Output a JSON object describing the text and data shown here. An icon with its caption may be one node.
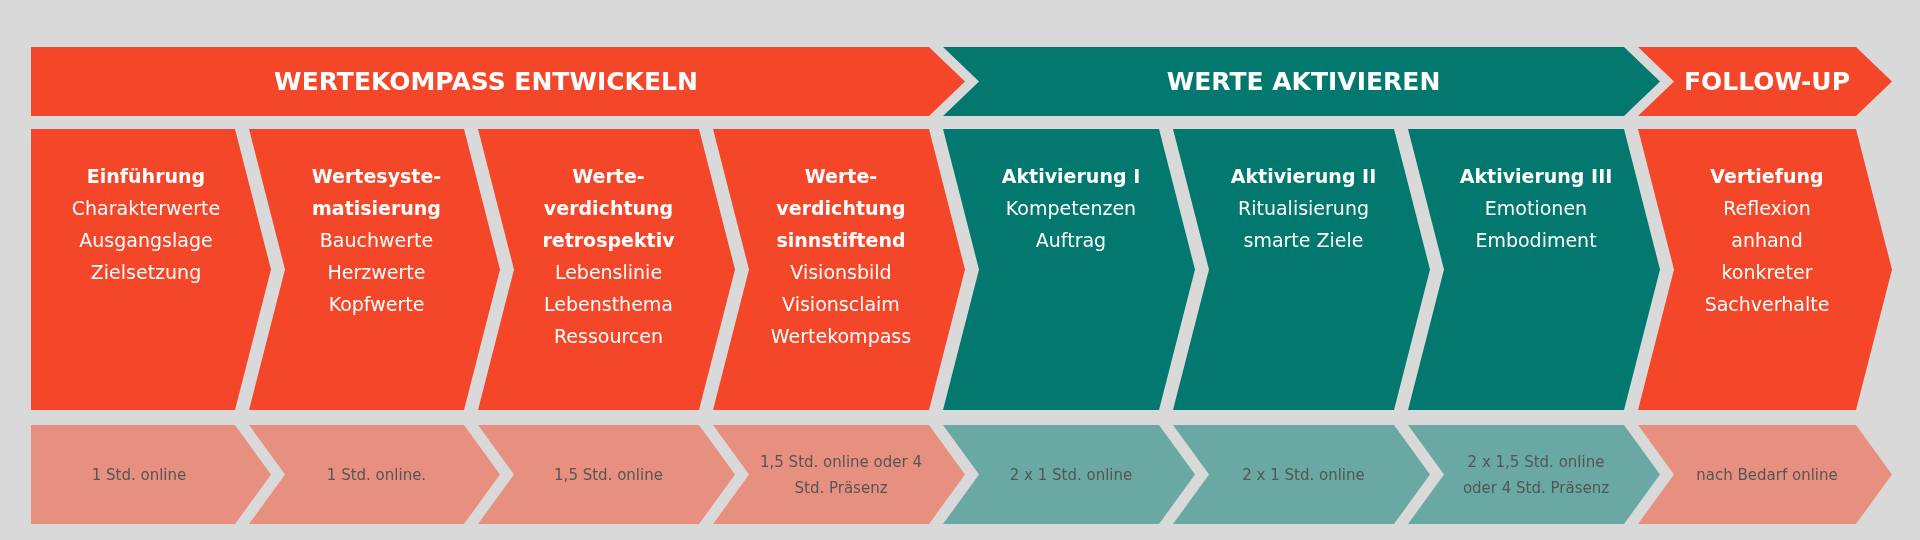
{
  "diagram": {
    "nodes": [
      {
        "text": [
          "WERTEKOMPASS ENTWICKELN"
        ]
      },
      {
        "text": [
          "WERTE AKTIVIEREN"
        ]
      },
      {
        "text": [
          "FOLLOW-UP"
        ]
      },
      {
        "text": [
          "Einführung",
          "Charakterwerte",
          "Ausgangslage",
          "Zielsetzung"
        ]
      },
      {
        "text": [
          "Wertesyste-matisierung",
          "Bauchwerte",
          "Herzwerte",
          "Kopfwerte"
        ]
      },
      {
        "text": [
          "Werte-verdichtung retrospektiv",
          "Lebenslinie",
          "Lebensthema",
          "Ressourcen"
        ]
      },
      {
        "text": [
          "Werte-verdichtung sinnstiftend",
          "Visionsbild",
          "Visionsclaim",
          "Wertekompass"
        ]
      },
      {
        "text": [
          "Aktivierung I",
          "Kompetenzen",
          "Auftrag"
        ]
      },
      {
        "text": [
          "Aktivierung II",
          "Ritualisierung",
          "smarte Ziele"
        ]
      },
      {
        "text": [
          "Aktivierung III",
          "Emotionen",
          "Embodiment"
        ]
      },
      {
        "text": [
          "Vertiefung",
          "Reflexion anhand konkreter Sachverhalte"
        ]
      },
      {
        "text": [
          "1 Std. online"
        ]
      },
      {
        "text": [
          "1 Std. online."
        ]
      },
      {
        "text": [
          "1,5 Std. online"
        ]
      },
      {
        "text": [
          "1,5 Std. online oder 4 Std. Präsenz"
        ]
      },
      {
        "text": [
          "2 x 1 Std. online"
        ]
      },
      {
        "text": [
          "2 x 1 Std. online"
        ]
      },
      {
        "text": [
          "2 x 1,5 Std. online oder 4 Std. Präsenz"
        ]
      },
      {
        "text": [
          "nach Bedarf online"
        ]
      }
    ]
  }
}
